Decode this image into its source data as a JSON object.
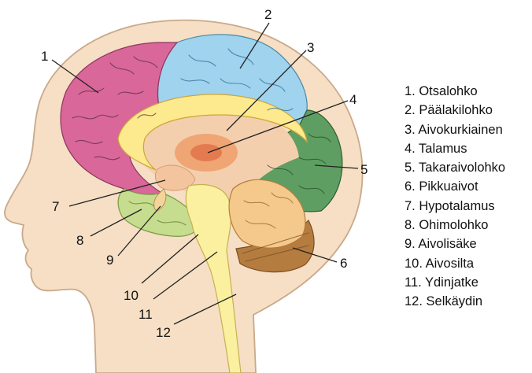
{
  "labels": {
    "n1": "1",
    "n2": "2",
    "n3": "3",
    "n4": "4",
    "n5": "5",
    "n6": "6",
    "n7": "7",
    "n8": "8",
    "n9": "9",
    "n10": "10",
    "n11": "11",
    "n12": "12"
  },
  "legend": [
    "1. Otsalohko",
    "2. Päälakilohko",
    "3. Aivokurkiainen",
    "4. Talamus",
    "5. Takaraivolohko",
    "6. Pikkuaivot",
    "7. Hypotalamus",
    "8. Ohimolohko",
    "9. Aivolisäke",
    "10. Aivosilta",
    "11. Ydinjatke",
    "12. Selkäydin"
  ],
  "colors": {
    "skin": "#f6dfc4",
    "skin_outline": "#c9a98a",
    "frontal": "#d9679a",
    "parietal": "#9fd3ee",
    "occipital": "#5f9e62",
    "temporal": "#c6dc8f",
    "corpus_callosum": "#fde98e",
    "thalamus": "#f0a06e",
    "hypothalamus": "#f3c49e",
    "cerebellum": "#f5c98b",
    "cerebellum_dark": "#b47c3f",
    "brainstem": "#fbf0a0"
  }
}
